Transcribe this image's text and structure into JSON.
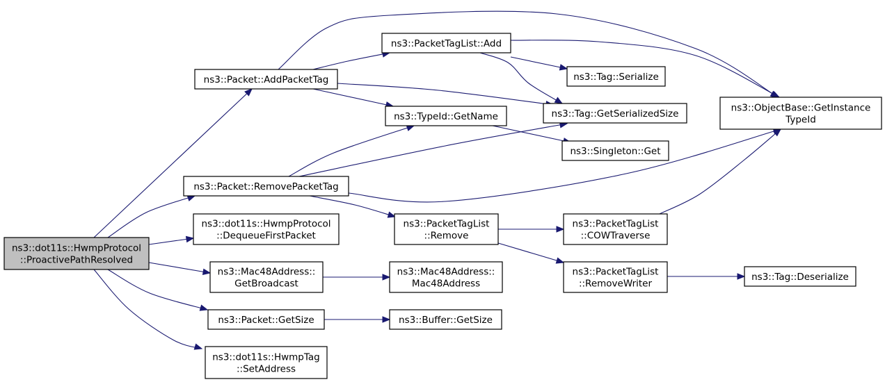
{
  "graph": {
    "nodes": [
      {
        "id": "root",
        "lines": [
          "ns3::dot11s::HwmpProtocol",
          "::ProactivePathResolved"
        ],
        "root": true
      },
      {
        "id": "apt",
        "lines": [
          "ns3::Packet::AddPacketTag"
        ]
      },
      {
        "id": "rpt",
        "lines": [
          "ns3::Packet::RemovePacketTag"
        ]
      },
      {
        "id": "dfp",
        "lines": [
          "ns3::dot11s::HwmpProtocol",
          "::DequeueFirstPacket"
        ]
      },
      {
        "id": "gb",
        "lines": [
          "ns3::Mac48Address::",
          "GetBroadcast"
        ]
      },
      {
        "id": "gs",
        "lines": [
          "ns3::Packet::GetSize"
        ]
      },
      {
        "id": "sa",
        "lines": [
          "ns3::dot11s::HwmpTag",
          "::SetAddress"
        ]
      },
      {
        "id": "ptla",
        "lines": [
          "ns3::PacketTagList::Add"
        ]
      },
      {
        "id": "tgn",
        "lines": [
          "ns3::TypeId::GetName"
        ]
      },
      {
        "id": "ptlr",
        "lines": [
          "ns3::PacketTagList",
          "::Remove"
        ]
      },
      {
        "id": "mac",
        "lines": [
          "ns3::Mac48Address::",
          "Mac48Address"
        ]
      },
      {
        "id": "bgs",
        "lines": [
          "ns3::Buffer::GetSize"
        ]
      },
      {
        "id": "ts",
        "lines": [
          "ns3::Tag::Serialize"
        ]
      },
      {
        "id": "tgss",
        "lines": [
          "ns3::Tag::GetSerializedSize"
        ]
      },
      {
        "id": "sg",
        "lines": [
          "ns3::Singleton::Get"
        ]
      },
      {
        "id": "cow",
        "lines": [
          "ns3::PacketTagList",
          "::COWTraverse"
        ]
      },
      {
        "id": "rw",
        "lines": [
          "ns3::PacketTagList",
          "::RemoveWriter"
        ]
      },
      {
        "id": "ob",
        "lines": [
          "ns3::ObjectBase::GetInstance",
          "TypeId"
        ]
      },
      {
        "id": "td",
        "lines": [
          "ns3::Tag::Deserialize"
        ]
      }
    ],
    "edges": [
      {
        "from": "root",
        "to": "apt"
      },
      {
        "from": "root",
        "to": "rpt"
      },
      {
        "from": "root",
        "to": "dfp"
      },
      {
        "from": "root",
        "to": "gb"
      },
      {
        "from": "root",
        "to": "gs"
      },
      {
        "from": "root",
        "to": "sa"
      },
      {
        "from": "apt",
        "to": "ptla"
      },
      {
        "from": "apt",
        "to": "tgn"
      },
      {
        "from": "apt",
        "to": "tgss"
      },
      {
        "from": "apt",
        "to": "ob"
      },
      {
        "from": "rpt",
        "to": "tgn"
      },
      {
        "from": "rpt",
        "to": "tgss"
      },
      {
        "from": "rpt",
        "to": "ptlr"
      },
      {
        "from": "rpt",
        "to": "ob"
      },
      {
        "from": "ptla",
        "to": "ts"
      },
      {
        "from": "ptla",
        "to": "tgss"
      },
      {
        "from": "ptla",
        "to": "ob"
      },
      {
        "from": "tgn",
        "to": "sg"
      },
      {
        "from": "ptlr",
        "to": "cow"
      },
      {
        "from": "ptlr",
        "to": "rw"
      },
      {
        "from": "cow",
        "to": "ob"
      },
      {
        "from": "rw",
        "to": "td"
      },
      {
        "from": "gb",
        "to": "mac"
      },
      {
        "from": "gs",
        "to": "bgs"
      }
    ]
  }
}
